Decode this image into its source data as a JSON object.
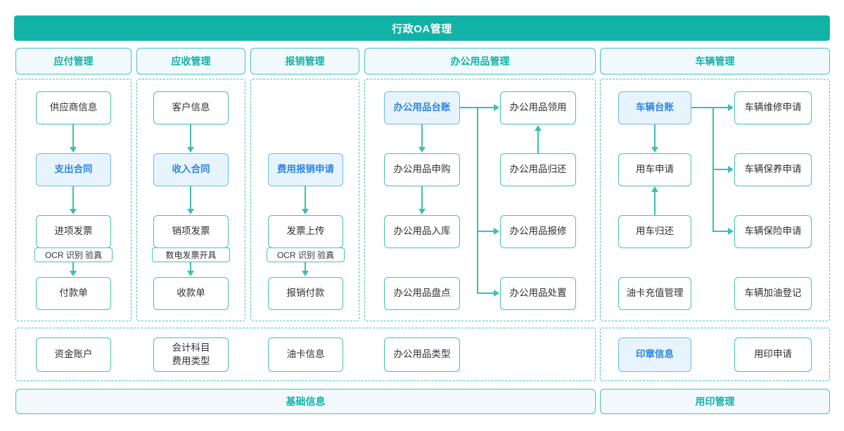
{
  "header": {
    "title": "行政OA管理",
    "bg": "#12b2a6"
  },
  "colors": {
    "teal": "#12b2a6",
    "teal_border": "#45c3b8",
    "connector": "#3cbfb4",
    "highlight_bg": "#e8f4fd",
    "highlight_border": "#6cb7f5",
    "highlight_text": "#2f86e0",
    "pill_bg": "#f2f9fd",
    "node_text": "#303133"
  },
  "columns": [
    {
      "id": "payable",
      "header": "应付管理",
      "nodes": [
        {
          "label": "供应商信息",
          "highlight": false
        },
        {
          "label": "支出合同",
          "highlight": true
        },
        {
          "label": "进项发票",
          "highlight": false
        },
        {
          "label": "付款单",
          "highlight": false
        }
      ],
      "chip": "OCR 识别 验真"
    },
    {
      "id": "receivable",
      "header": "应收管理",
      "nodes": [
        {
          "label": "客户信息",
          "highlight": false
        },
        {
          "label": "收入合同",
          "highlight": true
        },
        {
          "label": "销项发票",
          "highlight": false
        },
        {
          "label": "收款单",
          "highlight": false
        }
      ],
      "chip": "数电发票开具"
    },
    {
      "id": "reimbursement",
      "header": "报销管理",
      "nodes": [
        {
          "label": "费用报销申请",
          "highlight": true
        },
        {
          "label": "发票上传",
          "highlight": false
        },
        {
          "label": "报销付款",
          "highlight": false
        }
      ],
      "chip": "OCR 识别 验真"
    },
    {
      "id": "office-supplies",
      "header": "办公用品管理",
      "left_nodes": [
        {
          "label": "办公用品台账",
          "highlight": true
        },
        {
          "label": "办公用品申购",
          "highlight": false
        },
        {
          "label": "办公用品入库",
          "highlight": false
        },
        {
          "label": "办公用品盘点",
          "highlight": false
        }
      ],
      "right_nodes": [
        {
          "label": "办公用品领用",
          "highlight": false
        },
        {
          "label": "办公用品归还",
          "highlight": false
        },
        {
          "label": "办公用品报修",
          "highlight": false
        },
        {
          "label": "办公用品处置",
          "highlight": false
        }
      ]
    },
    {
      "id": "vehicle",
      "header": "车辆管理",
      "left_nodes": [
        {
          "label": "车辆台账",
          "highlight": true
        },
        {
          "label": "用车申请",
          "highlight": false
        },
        {
          "label": "用车归还",
          "highlight": false
        },
        {
          "label": "油卡充值管理",
          "highlight": false
        }
      ],
      "right_nodes": [
        {
          "label": "车辆维修申请",
          "highlight": false
        },
        {
          "label": "车辆保养申请",
          "highlight": false
        },
        {
          "label": "车辆保险申请",
          "highlight": false
        },
        {
          "label": "车辆加油登记",
          "highlight": false
        }
      ]
    }
  ],
  "basic_info": {
    "banner": "基础信息",
    "nodes": [
      {
        "label": "资金账户",
        "highlight": false
      },
      {
        "label": "会计科目\n费用类型",
        "line1": "会计科目",
        "line2": "费用类型",
        "highlight": false
      },
      {
        "label": "油卡信息",
        "highlight": false
      },
      {
        "label": "办公用品类型",
        "highlight": false
      }
    ]
  },
  "seal_management": {
    "banner": "用印管理",
    "nodes": [
      {
        "label": "印章信息",
        "highlight": true
      },
      {
        "label": "用印申请",
        "highlight": false
      }
    ]
  }
}
